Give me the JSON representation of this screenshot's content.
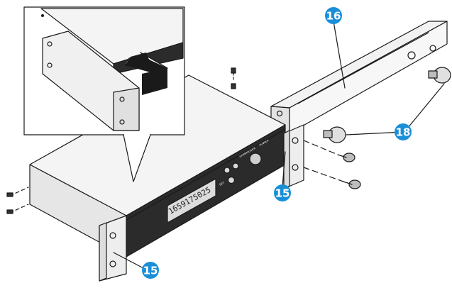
{
  "callouts": [
    {
      "id": "15-front",
      "label": "15",
      "color": "#1a8fd8"
    },
    {
      "id": "15-rear",
      "label": "15",
      "color": "#1a8fd8"
    },
    {
      "id": "16",
      "label": "16",
      "color": "#1a8fd8"
    },
    {
      "id": "18",
      "label": "18",
      "color": "#1a8fd8"
    }
  ],
  "device": {
    "brand": "SENNHEISER",
    "display_text": "1659175025",
    "set_label": "SET",
    "power_label": "POWER"
  },
  "colors": {
    "callout": "#1a8fd8",
    "ink": "#1a1a1a",
    "front_panel": "#2b2b2b",
    "body_top": "#f4f4f4",
    "body_side": "#e6e6e6",
    "bracket_face": "#eeeeee"
  }
}
